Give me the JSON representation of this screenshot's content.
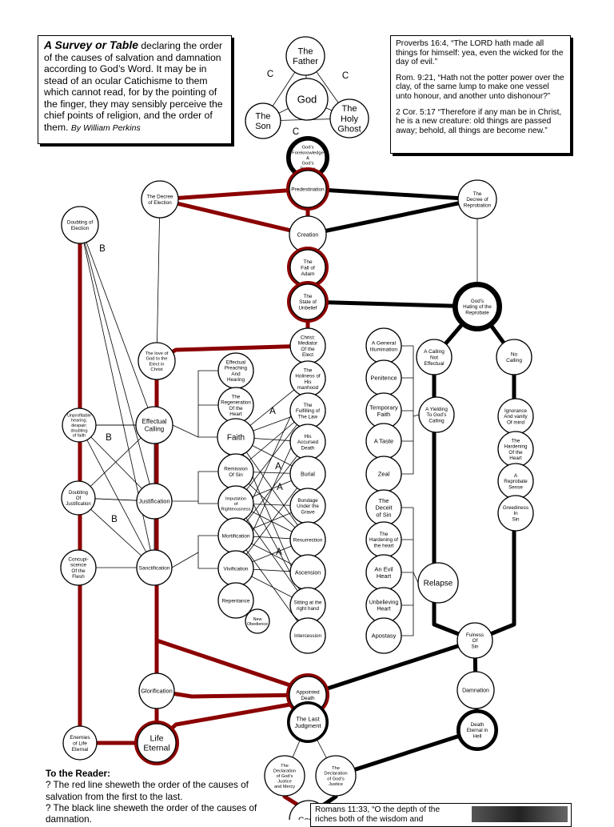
{
  "title_box": {
    "title": "A Survey or Table",
    "text": "declaring the order of the causes of salvation and damnation according to God’s Word.  It may be in stead of an ocular Catichisme to them which cannot read, for by the pointing of the finger, they may sensibly perceive the chief points of religion, and the order of them.",
    "author": "By William Perkins"
  },
  "verses": [
    "Proverbs 16:4, “The LORD hath made all things for himself: yea, even the wicked for the day of evil.”",
    "Rom. 9:21, “Hath not the potter power over the clay, of the same lump to make one vessel unto honour, and another unto dishonour?”",
    "2 Cor. 5:17 “Therefore if any man be in Christ, he is a new creature: old things are passed away; behold, all things are become new.”"
  ],
  "reader_note": {
    "heading": "To the Reader:",
    "lines": [
      "? The red line sheweth the order of the causes of salvation from the first to the last.",
      "? The black line sheweth the order of the causes of damnation."
    ]
  },
  "romans_box": "Romans 11:33, “O the depth of the riches both of the wisdom and",
  "colors": {
    "salvation_line": "#8b0000",
    "damnation_line": "#000000",
    "thin_line": "#000000"
  },
  "nodes": [
    {
      "id": "father",
      "label": "The|Father"
    },
    {
      "id": "god",
      "label": "God"
    },
    {
      "id": "son",
      "label": "The|Son"
    },
    {
      "id": "ghost",
      "label": "The|Holy|Ghost"
    },
    {
      "id": "foreknow",
      "label": "God’s|Foreknowledge|&|God’s|Decree"
    },
    {
      "id": "predest",
      "label": "Predestination"
    },
    {
      "id": "election",
      "label": "The Decree|of Election"
    },
    {
      "id": "reprob",
      "label": "The|Decree of|Reprobation"
    },
    {
      "id": "creation",
      "label": "Creation"
    },
    {
      "id": "fall",
      "label": "The|Fall of|Adam"
    },
    {
      "id": "unbelief",
      "label": "The|State of|Unbelief"
    },
    {
      "id": "hating",
      "label": "God’s|Hating of the|Reprobate"
    },
    {
      "id": "mediator",
      "label": "Christ:|Mediator|Of the|Elect"
    },
    {
      "id": "love",
      "label": "The love of|God to the|Elect in|Christ"
    },
    {
      "id": "doubtelec",
      "label": "Doubting of|Election"
    },
    {
      "id": "holiness",
      "label": "The|Holiness of|His|manhood"
    },
    {
      "id": "fulfil",
      "label": "The|Fulfilling of|The Law"
    },
    {
      "id": "accursed",
      "label": "His|Accursed|Death"
    },
    {
      "id": "burial",
      "label": "Burial"
    },
    {
      "id": "bondage",
      "label": "Bondage|Under the|Grave"
    },
    {
      "id": "resurr",
      "label": "Resurrection"
    },
    {
      "id": "ascension",
      "label": "Ascension"
    },
    {
      "id": "sitting",
      "label": "Sitting at the|right hand"
    },
    {
      "id": "interc",
      "label": "Intercession"
    },
    {
      "id": "preaching",
      "label": "Effectual|Preaching|And|Hearing"
    },
    {
      "id": "regen",
      "label": "The|Regeneration|Of the|Heart"
    },
    {
      "id": "faith",
      "label": "Faith"
    },
    {
      "id": "remission",
      "label": "Remission|Of Sin"
    },
    {
      "id": "imput",
      "label": "Imputation|of|Righteousness"
    },
    {
      "id": "mortif",
      "label": "Mortification"
    },
    {
      "id": "vivif",
      "label": "Vivification"
    },
    {
      "id": "repent",
      "label": "Repentance"
    },
    {
      "id": "newob",
      "label": "New|Obedience"
    },
    {
      "id": "effcall",
      "label": "Effectual|Calling"
    },
    {
      "id": "justif",
      "label": "Justification"
    },
    {
      "id": "sanctif",
      "label": "Sanctification"
    },
    {
      "id": "unprof",
      "label": "Unprofitable|hearing;|despair;|doubting|of faith"
    },
    {
      "id": "doubtjust",
      "label": "Doubting|Of|Justification"
    },
    {
      "id": "concup",
      "label": "Concupi-|scence|Of the|Flesh"
    },
    {
      "id": "genillum",
      "label": "A General|Illumination"
    },
    {
      "id": "penitence",
      "label": "Penitence"
    },
    {
      "id": "tempfaith",
      "label": "Temporary|Faith"
    },
    {
      "id": "taste",
      "label": "A Taste"
    },
    {
      "id": "zeal",
      "label": "Zeal"
    },
    {
      "id": "deceit",
      "label": "The|Deceit|of Sin"
    },
    {
      "id": "hardheart",
      "label": "The|Hardening of|the heart"
    },
    {
      "id": "evilheart",
      "label": "An Evil|Heart"
    },
    {
      "id": "unbelheart",
      "label": "Unbelieving|Heart"
    },
    {
      "id": "apostasy",
      "label": "Apostasy"
    },
    {
      "id": "callnot",
      "label": "A Calling|Not|Effectual"
    },
    {
      "id": "nocall",
      "label": "No|Calling"
    },
    {
      "id": "yielding",
      "label": "A Yielding|To God’s|Calling"
    },
    {
      "id": "ignorance",
      "label": "Ignorance|And vanity|Of mind"
    },
    {
      "id": "hardening2",
      "label": "The|Hardening|Of the|Heart"
    },
    {
      "id": "reprsense",
      "label": "A|Reprobate|Sense"
    },
    {
      "id": "greedy",
      "label": "Greediness|In|Sin"
    },
    {
      "id": "relapse",
      "label": "Relapse"
    },
    {
      "id": "fulness",
      "label": "Fulness|Of|Sin"
    },
    {
      "id": "appointed",
      "label": "Appointed|Death"
    },
    {
      "id": "damnation",
      "label": "Damnation"
    },
    {
      "id": "glorif",
      "label": "Glorification"
    },
    {
      "id": "judgment",
      "label": "The Last|Judgment"
    },
    {
      "id": "deathhell",
      "label": "Death|Eternal in|Hell"
    },
    {
      "id": "enemies",
      "label": "Enemies|of Life|Eternal"
    },
    {
      "id": "lifeet",
      "label": "Life|Eternal"
    },
    {
      "id": "declmercy",
      "label": "The|Declaration|of God’s|Justice|and Mercy"
    },
    {
      "id": "decljust",
      "label": "The|Declaration|of God’s|Justice"
    },
    {
      "id": "godsglory",
      "label": "God’s"
    }
  ],
  "edge_labels": [
    {
      "id": "c1",
      "text": "C"
    },
    {
      "id": "c2",
      "text": "C"
    },
    {
      "id": "c3",
      "text": "C"
    },
    {
      "id": "b1",
      "text": "B"
    },
    {
      "id": "b2",
      "text": "B"
    },
    {
      "id": "b3",
      "text": "B"
    },
    {
      "id": "a1",
      "text": "A"
    },
    {
      "id": "a2",
      "text": "A"
    },
    {
      "id": "a3",
      "text": "A"
    },
    {
      "id": "a4",
      "text": "A"
    }
  ]
}
